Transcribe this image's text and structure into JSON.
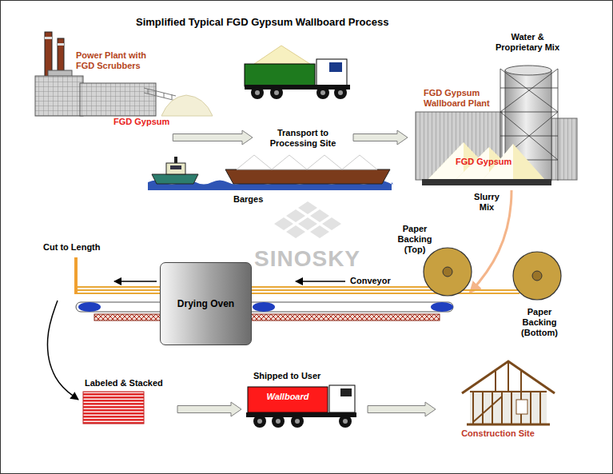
{
  "diagram": {
    "title": "Simplified Typical FGD Gypsum Wallboard Process",
    "nodes": [
      {
        "text": [
          "Power Plant with FGD Scrubbers",
          "FGD Gypsum"
        ]
      },
      {
        "text": [
          "Transport to Processing Site"
        ]
      },
      {
        "text": [
          "Water & Proprietary Mix",
          "FGD Gypsum Wallboard Plant",
          "FGD Gypsum"
        ]
      },
      {
        "text": [
          "Paper Backing (Top)"
        ]
      },
      {
        "text": [
          "Paper Backing (Bottom)"
        ]
      },
      {
        "text": [
          "Drying Oven"
        ]
      },
      {
        "text": [
          "Cut to Length"
        ]
      },
      {
        "text": [
          "Labeled & Stacked"
        ]
      },
      {
        "text": [
          "Shipped to User",
          "Wallboard"
        ]
      },
      {
        "text": [
          "Construction Site"
        ]
      }
    ],
    "edges": [
      {
        "from": 0,
        "to": 1,
        "arrow": "to"
      },
      {
        "from": 1,
        "to": 2,
        "arrow": "to"
      },
      {
        "from": 5,
        "to": 6,
        "arrow": "to"
      },
      {
        "from": 6,
        "to": 7,
        "arrow": "to"
      },
      {
        "from": 7,
        "to": 8,
        "arrow": "to"
      },
      {
        "from": 8,
        "to": 9,
        "arrow": "to"
      }
    ],
    "labels": [
      "Barges",
      "Slurry Mix",
      "Conveyor",
      "SINOSKY"
    ]
  }
}
